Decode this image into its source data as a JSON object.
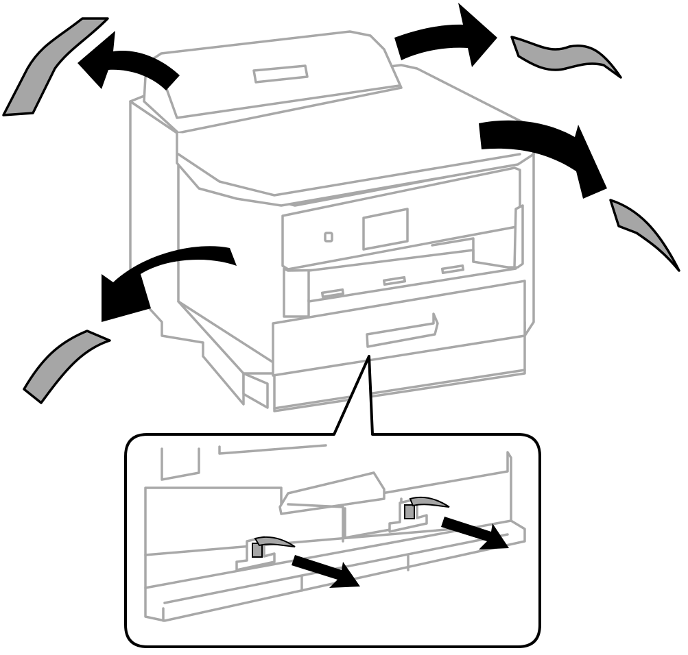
{
  "figure": {
    "kind": "instruction-illustration",
    "subject": "printer",
    "icons": [
      "printer-body",
      "tape-strip",
      "curved-arrow",
      "zoom-callout",
      "cassette-clip",
      "pull-arrow"
    ],
    "colors": {
      "outline": "#a8a8a8",
      "arrow": "#000000",
      "tape": "#a6a6a6",
      "background": "#ffffff"
    }
  }
}
